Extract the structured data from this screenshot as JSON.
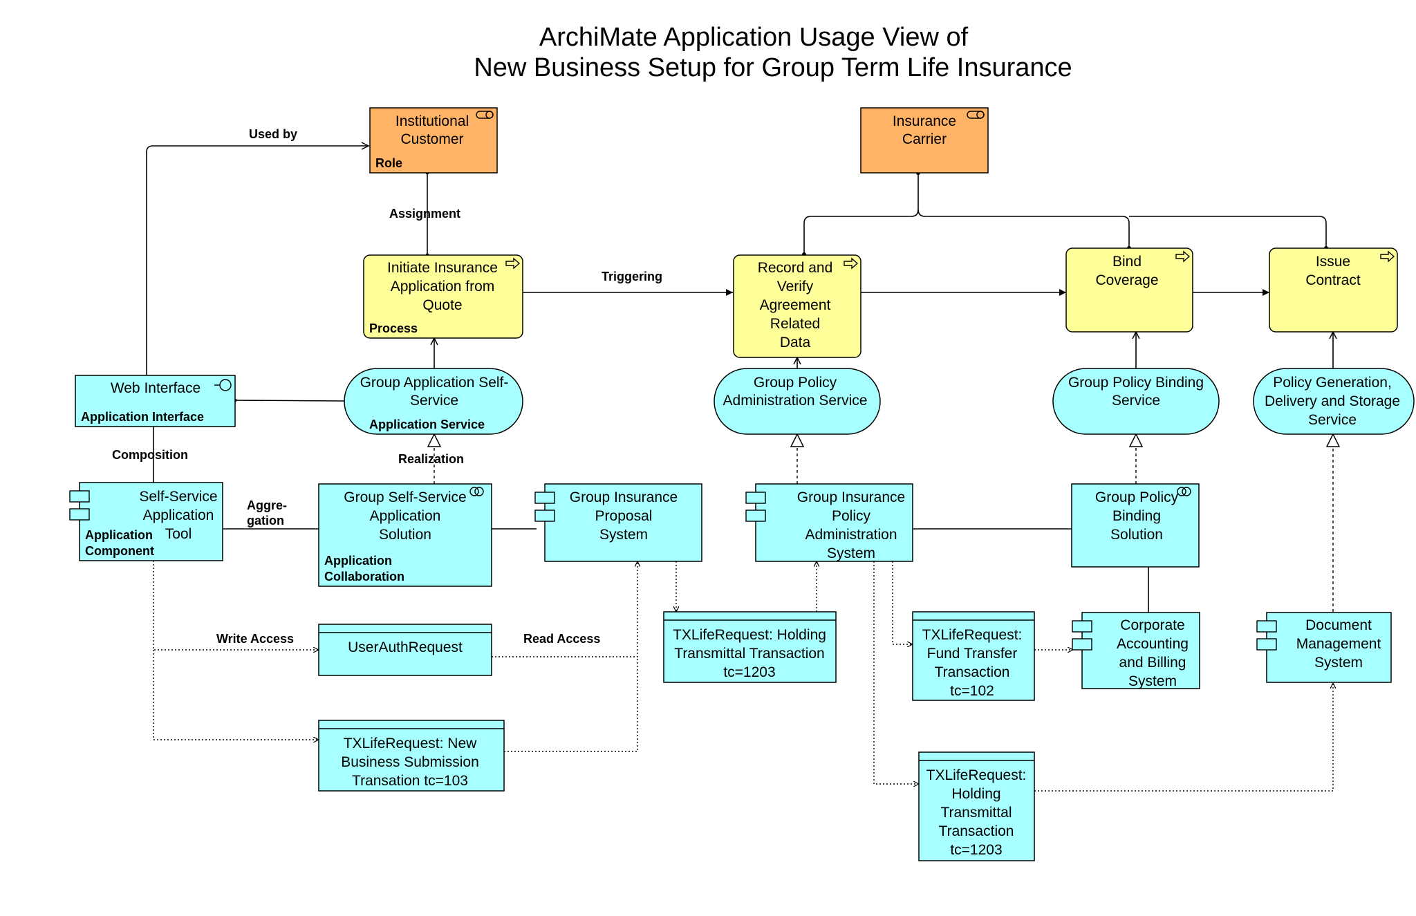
{
  "title": {
    "line1": "ArchiMate Application Usage View of",
    "line2": "New Business Setup for Group Term Life Insurance"
  },
  "colors": {
    "application": "#a8ffff",
    "process": "#ffff99",
    "role": "#ffb366"
  },
  "nodes": {
    "institutional_customer": {
      "lines": [
        "Institutional",
        "Customer"
      ],
      "type": "Role",
      "icon": "role-icon"
    },
    "insurance_carrier": {
      "lines": [
        "Insurance",
        "Carrier"
      ],
      "icon": "role-icon"
    },
    "initiate_application": {
      "lines": [
        "Initiate Insurance",
        "Application from",
        "Quote"
      ],
      "type": "Process",
      "icon": "process-arrow-icon"
    },
    "record_verify": {
      "lines": [
        "Record and",
        "Verify",
        "Agreement",
        "Related",
        "Data"
      ],
      "icon": "process-arrow-icon"
    },
    "bind_coverage": {
      "lines": [
        "Bind",
        "Coverage"
      ],
      "icon": "process-arrow-icon"
    },
    "issue_contract": {
      "lines": [
        "Issue",
        "Contract"
      ],
      "icon": "process-arrow-icon"
    },
    "web_interface": {
      "lines": [
        "Web Interface"
      ],
      "type": "Application Interface",
      "icon": "interface-icon"
    },
    "group_app_self_service": {
      "lines": [
        "Group Application Self-",
        "Service"
      ],
      "type": "Application Service"
    },
    "group_policy_admin_service": {
      "lines": [
        "Group Policy",
        "Administration Service"
      ]
    },
    "group_policy_binding_service": {
      "lines": [
        "Group Policy Binding",
        "Service"
      ]
    },
    "policy_generation_service": {
      "lines": [
        "Policy Generation,",
        "Delivery and Storage",
        "Service"
      ]
    },
    "self_service_tool": {
      "lines": [
        "Self-Service",
        "Application",
        "Tool"
      ],
      "type_lines": [
        "Application",
        "Component"
      ],
      "icon": "component-icon"
    },
    "group_self_service_solution": {
      "lines": [
        "Group Self-Service",
        "Application",
        "Solution"
      ],
      "type_lines": [
        "Application",
        "Collaboration"
      ],
      "icon": "collaboration-icon"
    },
    "group_insurance_proposal": {
      "lines": [
        "Group Insurance",
        "Proposal",
        "System"
      ],
      "icon": "component-icon"
    },
    "group_insurance_policy_admin": {
      "lines": [
        "Group Insurance",
        "Policy",
        "Administration",
        "System"
      ],
      "icon": "component-icon"
    },
    "group_policy_binding_solution": {
      "lines": [
        "Group Policy",
        "Binding",
        "Solution"
      ],
      "icon": "collaboration-icon"
    },
    "corporate_accounting": {
      "lines": [
        "Corporate",
        "Accounting",
        "and Billing",
        "System"
      ],
      "icon": "component-icon"
    },
    "document_management": {
      "lines": [
        "Document",
        "Management",
        "System"
      ],
      "icon": "component-icon"
    },
    "user_auth_request": {
      "lines": [
        "UserAuthRequest"
      ]
    },
    "tx_new_business": {
      "lines": [
        "TXLifeRequest: New",
        "Business Submission",
        "Transation tc=103"
      ]
    },
    "tx_holding_1203_a": {
      "lines": [
        "TXLifeRequest: Holding",
        "Transmittal Transaction",
        "tc=1203"
      ]
    },
    "tx_fund_transfer": {
      "lines": [
        "TXLifeRequest:",
        "Fund Transfer",
        "Transaction",
        "tc=102"
      ]
    },
    "tx_holding_1203_b": {
      "lines": [
        "TXLifeRequest:",
        "Holding",
        "Transmittal",
        "Transaction",
        "tc=1203"
      ]
    }
  },
  "relations": {
    "used_by": "Used by",
    "assignment": "Assignment",
    "triggering": "Triggering",
    "composition": "Composition",
    "realization": "Realization",
    "aggregation": [
      "Aggre-",
      "gation"
    ],
    "write_access": "Write Access",
    "read_access": "Read Access"
  }
}
